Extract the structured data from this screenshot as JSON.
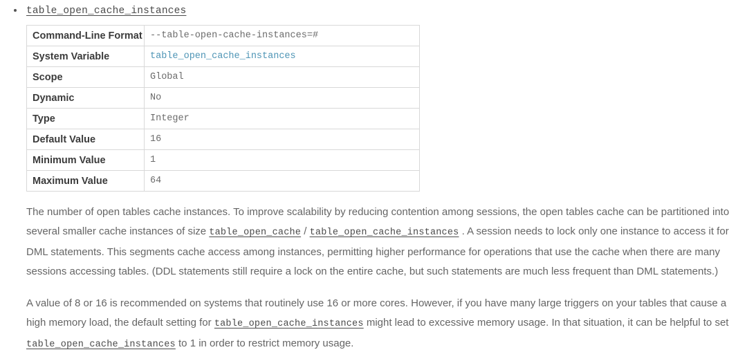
{
  "colors": {
    "text": "#656565",
    "heading": "#3b3b3b",
    "link": "#4d94b5",
    "code": "#4a4a4a",
    "table_border": "#d8d8d8",
    "background": "#ffffff"
  },
  "bullet_list": {
    "items": [
      {
        "label": "table_open_cache_instances"
      }
    ]
  },
  "properties_table": {
    "rows": [
      {
        "label": "Command-Line Format",
        "value": "--table-open-cache-instances=#",
        "kind": "code"
      },
      {
        "label": "System Variable",
        "value": "table_open_cache_instances",
        "kind": "link"
      },
      {
        "label": "Scope",
        "value": "Global",
        "kind": "plain"
      },
      {
        "label": "Dynamic",
        "value": "No",
        "kind": "plain"
      },
      {
        "label": "Type",
        "value": "Integer",
        "kind": "plain"
      },
      {
        "label": "Default Value",
        "value": "16",
        "kind": "code"
      },
      {
        "label": "Minimum Value",
        "value": "1",
        "kind": "code"
      },
      {
        "label": "Maximum Value",
        "value": "64",
        "kind": "code"
      }
    ]
  },
  "paragraphs": {
    "p1": {
      "seg1": "The number of open tables cache instances. To improve scalability by reducing contention among sessions, the open tables cache can be partitioned into several smaller cache instances of size ",
      "code1": "table_open_cache",
      "separator": " / ",
      "code2": "table_open_cache_instances",
      "seg2": " . A session needs to lock only one instance to access it for DML statements. This segments cache access among instances, permitting higher performance for operations that use the cache when there are many sessions accessing tables. (DDL statements still require a lock on the entire cache, but such statements are much less frequent than DML statements.)"
    },
    "p2": {
      "seg1": "A value of 8 or 16 is recommended on systems that routinely use 16 or more cores. However, if you have many large triggers on your tables that cause a high memory load, the default setting for ",
      "code1": "table_open_cache_instances",
      "seg2": " might lead to excessive memory usage. In that situation, it can be helpful to set ",
      "code2": "table_open_cache_instances",
      "seg3": " to 1 in order to restrict memory usage."
    }
  }
}
